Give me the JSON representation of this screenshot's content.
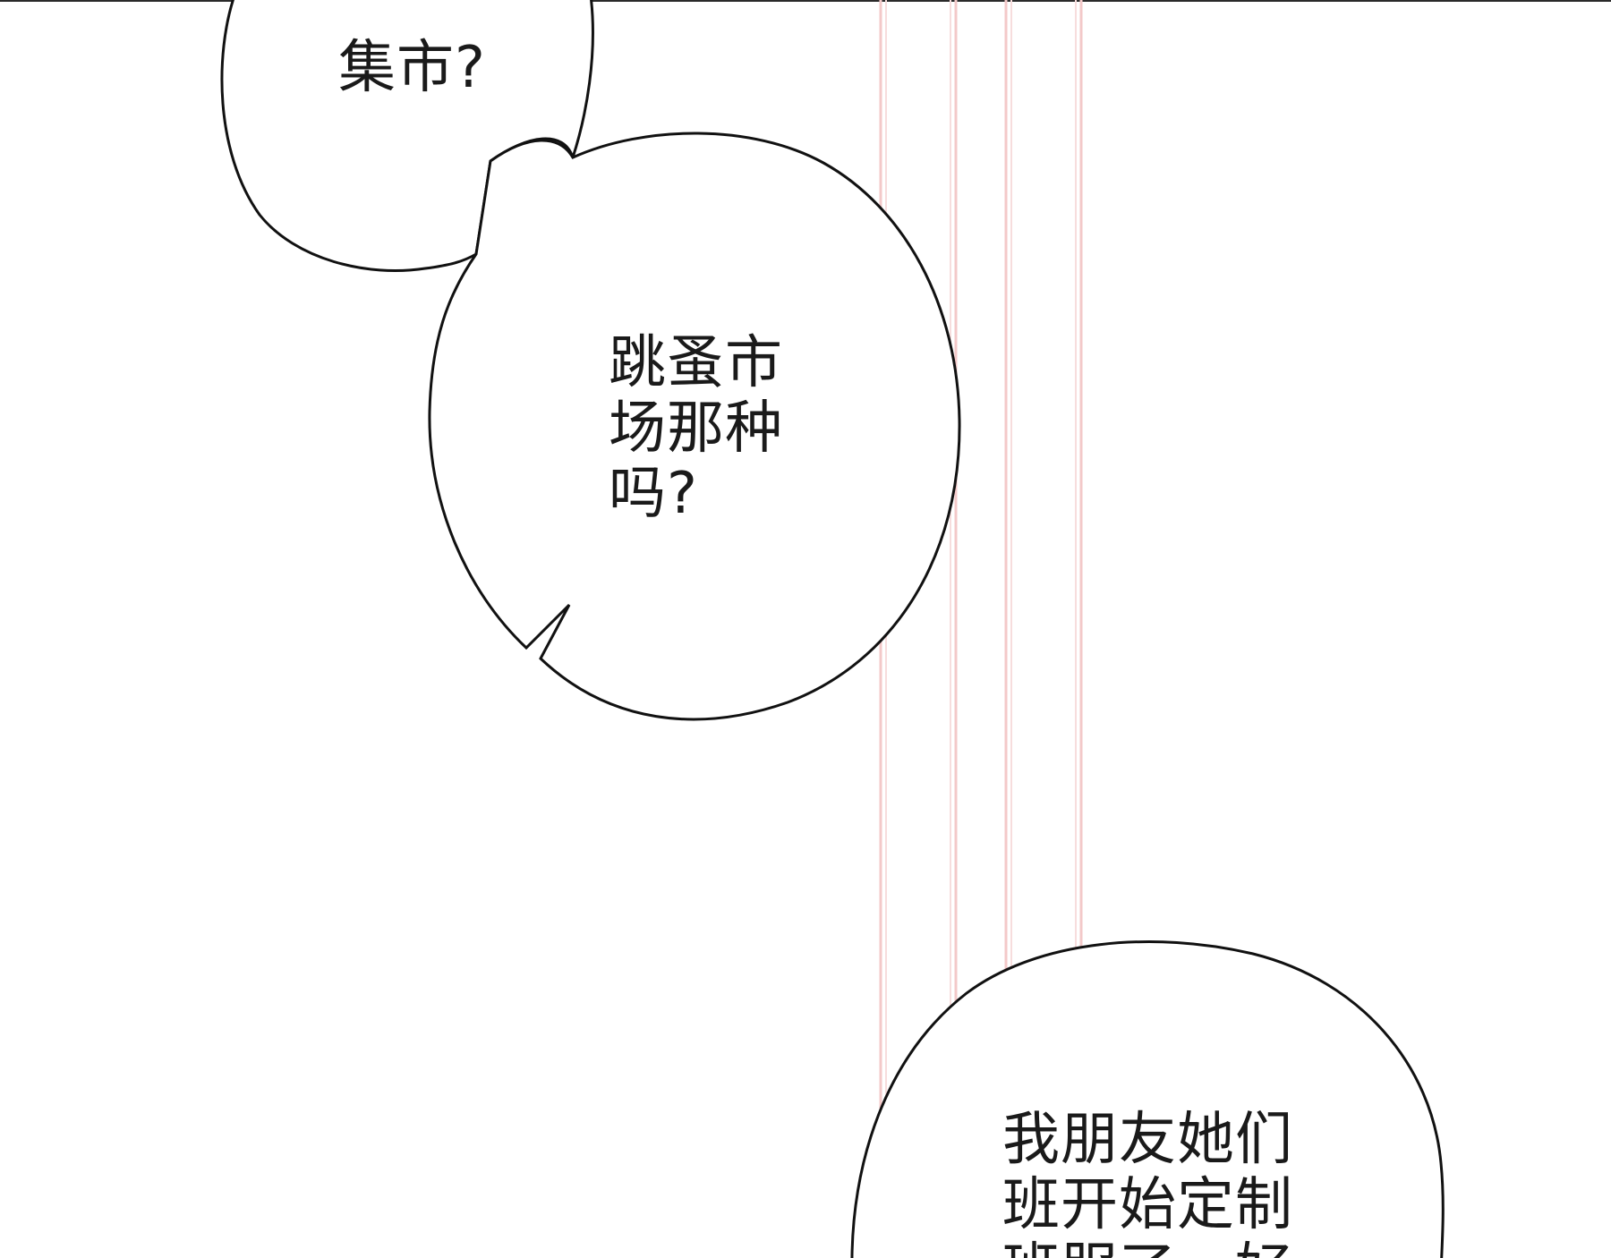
{
  "panel": {
    "bubbles": [
      {
        "text": "集市?"
      },
      {
        "text": "跳蚤市\n场那种\n吗?"
      },
      {
        "text": "我朋友她们\n班开始定制\n班服了，好"
      }
    ]
  },
  "colors": {
    "background": "#ffffff",
    "outline": "#111111",
    "pink_lines": "#f3c9c9"
  }
}
